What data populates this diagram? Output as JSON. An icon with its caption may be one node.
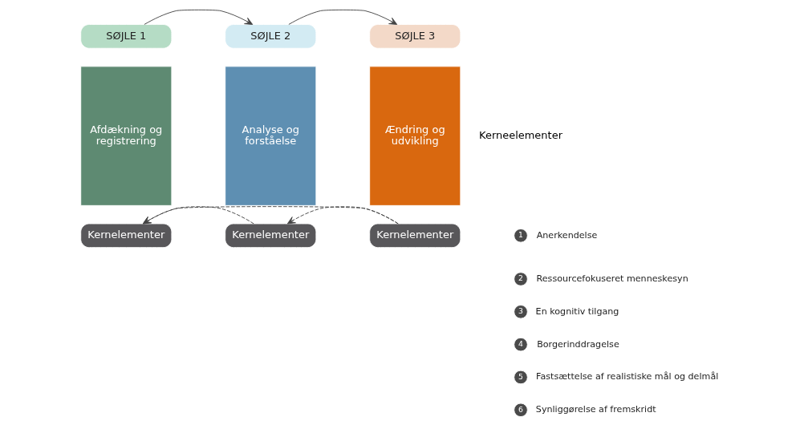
{
  "diagram": {
    "nodes": [
      {
        "text": [
          "SØJLE 1"
        ]
      },
      {
        "text": [
          "Afdækning og registrering"
        ]
      },
      {
        "text": [
          "Kernelementer"
        ]
      },
      {
        "text": [
          "SØJLE 2"
        ]
      },
      {
        "text": [
          "Analyse og forståelse"
        ]
      },
      {
        "text": [
          "Kernelementer"
        ]
      },
      {
        "text": [
          "SØJLE 3"
        ]
      },
      {
        "text": [
          "Ændring og udvikling"
        ]
      },
      {
        "text": [
          "Kernelementer"
        ]
      },
      {
        "text": [
          "1"
        ],
        "beside": [
          "Anerkendelse"
        ]
      },
      {
        "text": [
          "2"
        ],
        "beside": [
          "Ressourcefokuseret menneskesyn"
        ]
      },
      {
        "text": [
          "3"
        ],
        "beside": [
          "En kognitiv tilgang"
        ]
      },
      {
        "text": [
          "4"
        ],
        "beside": [
          "Borgerinddragelse"
        ]
      },
      {
        "text": [
          "5"
        ],
        "beside": [
          "Fastsættelse af realistiske mål og delmål"
        ]
      },
      {
        "text": [
          "6"
        ],
        "beside": [
          "Synliggørelse af fremskridt"
        ]
      }
    ],
    "edges": [
      {
        "from": 0,
        "to": 3,
        "arrow": "to"
      },
      {
        "from": 3,
        "to": 6,
        "arrow": "to"
      },
      {
        "from": 5,
        "to": 2,
        "arrow": "to",
        "style": "dashed"
      },
      {
        "from": 8,
        "to": 5,
        "arrow": "to",
        "style": "dashed"
      },
      {
        "from": 8,
        "to": 2,
        "arrow": "to",
        "style": "dashed"
      }
    ],
    "labels": [
      "Kerneelementer"
    ]
  }
}
